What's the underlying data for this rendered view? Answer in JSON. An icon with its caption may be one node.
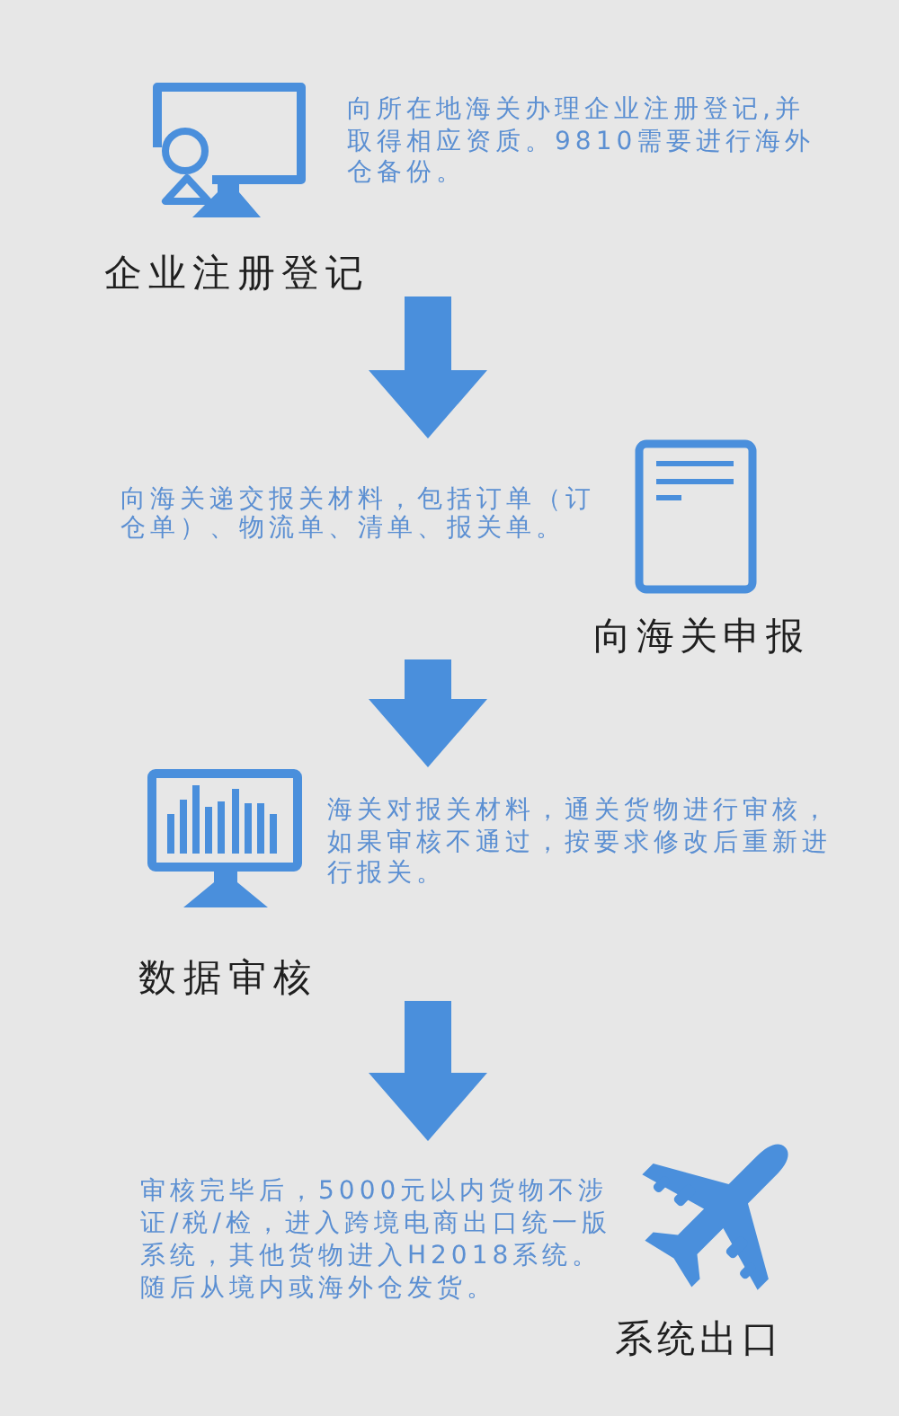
{
  "diagram": {
    "nodes": [
      {
        "text": [
          "向所在地海关办理企业注册登记,并取得相应资质。9810需要进行海外仓备份。",
          "企业注册登记"
        ]
      },
      {
        "text": [
          "向海关递交报关材料，包括订单（订仓单）、物流单、清单、报关单。",
          "向海关申报"
        ]
      },
      {
        "text": [
          "海关对报关材料，通关货物进行审核，如果审核不通过，按要求修改后重新进行报关。",
          "数据审核"
        ]
      },
      {
        "text": [
          "审核完毕后，5000元以内货物不涉证/税/检，进入跨境电商出口统一版系统，其他货物进入H2018系统。随后从境内或海外仓发货。",
          "系统出口"
        ]
      }
    ],
    "edges": [
      {
        "from": 0,
        "to": 1,
        "arrow": "to"
      },
      {
        "from": 1,
        "to": 2,
        "arrow": "to"
      },
      {
        "from": 2,
        "to": 3,
        "arrow": "to"
      }
    ]
  }
}
